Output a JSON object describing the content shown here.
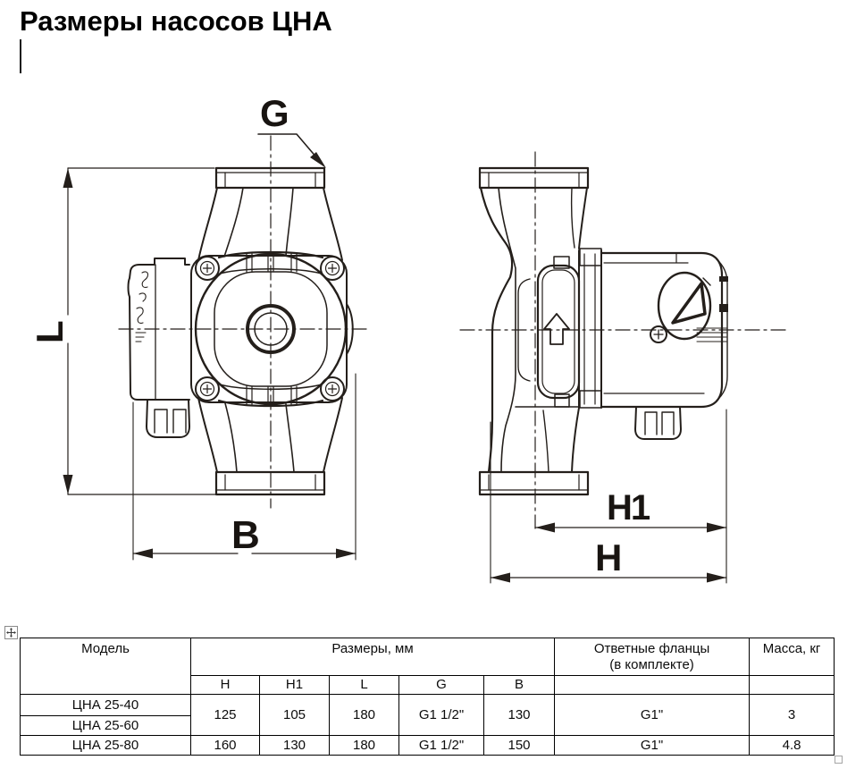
{
  "title": "Размеры насосов ЦНА",
  "drawing": {
    "dimension_labels": {
      "g": "G",
      "l": "L",
      "b": "B",
      "h1": "H1",
      "h": "H"
    }
  },
  "table": {
    "header": {
      "model": "Модель",
      "dimensions_group": "Размеры, мм",
      "dim_columns": {
        "h": "H",
        "h1": "H1",
        "l": "L",
        "g": "G",
        "b": "B"
      },
      "flanges_line1": "Ответные фланцы",
      "flanges_line2": "(в комплекте)",
      "mass": "Масса, кг"
    },
    "rows": {
      "row1_model": "ЦНА 25-40",
      "row2_model": "ЦНА 25-60",
      "group1": {
        "h": "125",
        "h1": "105",
        "l": "180",
        "g": "G1 1/2\"",
        "b": "130",
        "flange": "G1\"",
        "mass": "3"
      },
      "row3_model": "ЦНА 25-80",
      "row3": {
        "h": "160",
        "h1": "130",
        "l": "180",
        "g": "G1 1/2\"",
        "b": "150",
        "flange": "G1\"",
        "mass": "4.8"
      }
    }
  }
}
